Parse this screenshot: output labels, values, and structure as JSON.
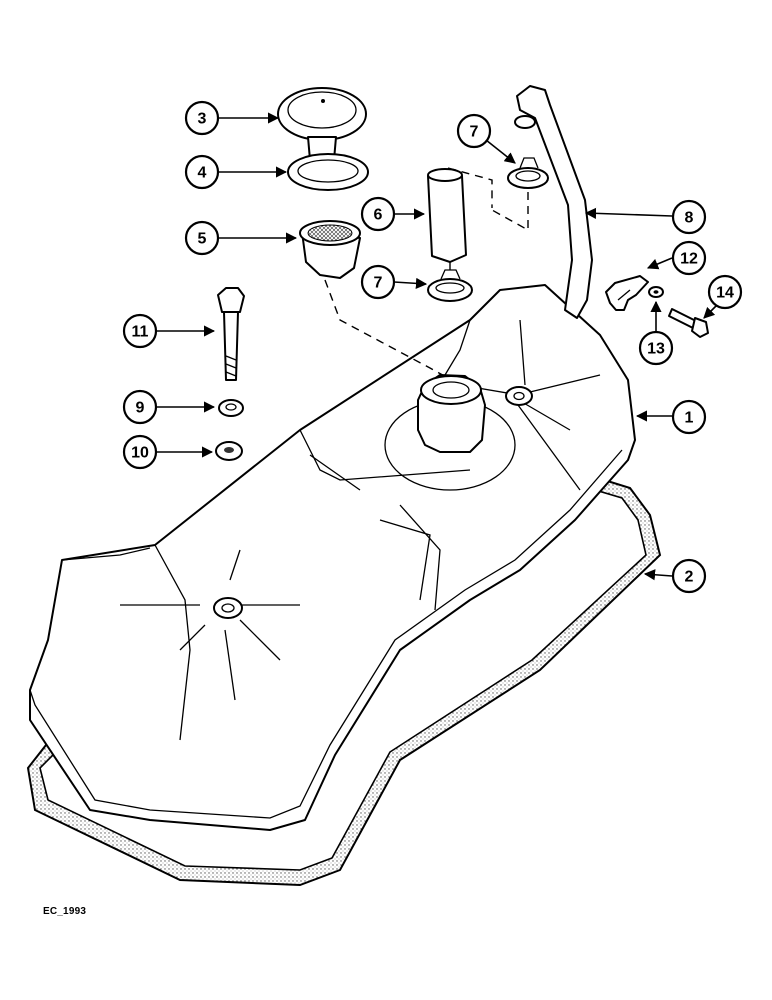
{
  "callouts": [
    {
      "label": "1"
    },
    {
      "label": "2"
    },
    {
      "label": "3"
    },
    {
      "label": "4"
    },
    {
      "label": "5"
    },
    {
      "label": "6"
    },
    {
      "label": "7"
    },
    {
      "label": "7"
    },
    {
      "label": "8"
    },
    {
      "label": "9"
    },
    {
      "label": "10"
    },
    {
      "label": "11"
    },
    {
      "label": "12"
    },
    {
      "label": "13"
    },
    {
      "label": "14"
    }
  ],
  "figure_code": "EC_1993"
}
